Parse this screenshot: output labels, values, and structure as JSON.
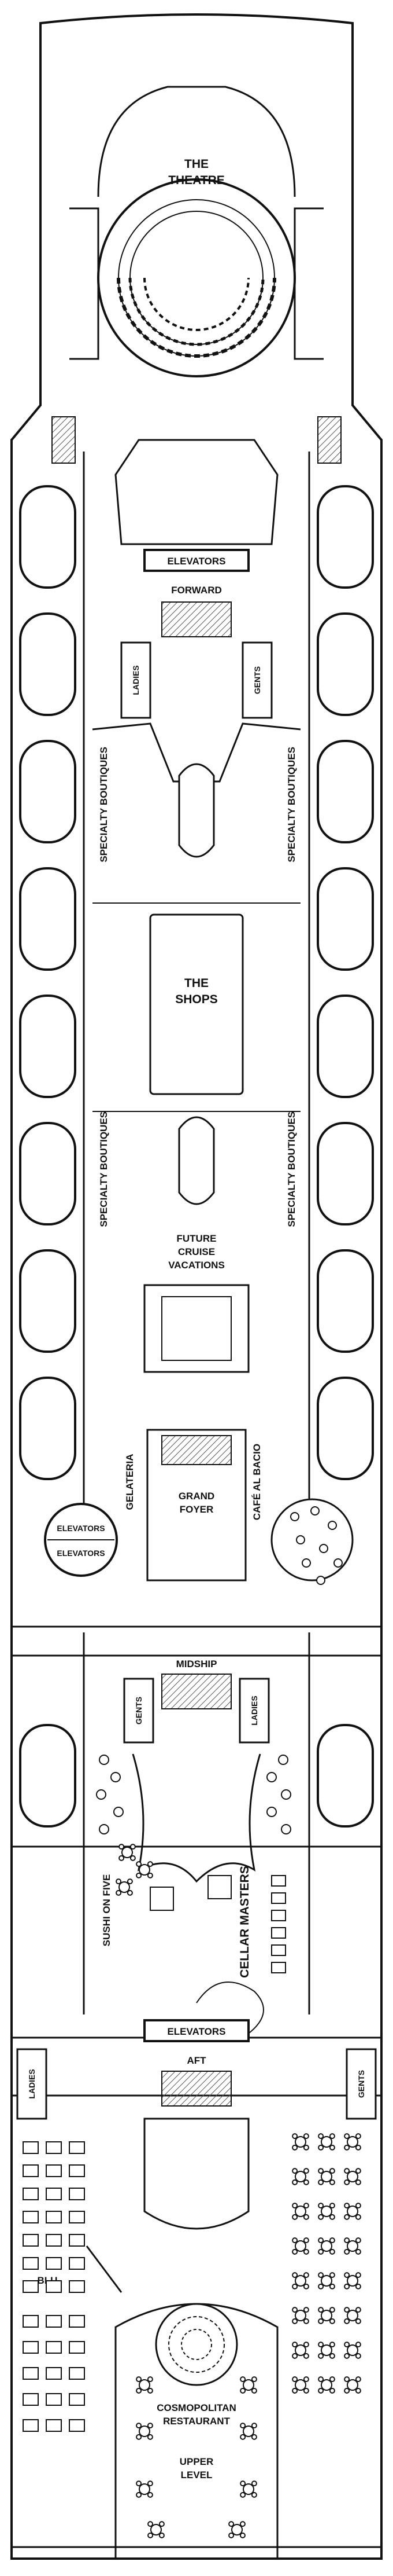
{
  "labels": {
    "theatre_1": "THE",
    "theatre_2": "THEATRE",
    "elevators_fwd": "ELEVATORS",
    "forward": "FORWARD",
    "ladies_fwd": "LADIES",
    "gents_fwd": "GENTS",
    "specialty_boutiques": "SPECIALTY BOUTIQUES",
    "shops_1": "THE",
    "shops_2": "SHOPS",
    "future_1": "FUTURE",
    "future_2": "CRUISE",
    "future_3": "VACATIONS",
    "gelateria": "GELATERIA",
    "cafe_al_bacio": "CAFÉ AL BACIO",
    "grand_foyer_1": "GRAND",
    "grand_foyer_2": "FOYER",
    "elevators_glass_1": "ELEVATORS",
    "elevators_glass_2": "ELEVATORS",
    "midship": "MIDSHIP",
    "gents_mid": "GENTS",
    "ladies_mid": "LADIES",
    "sushi_on_five": "SUSHI ON FIVE",
    "cellar_masters": "CELLAR MASTERS",
    "elevators_aft": "ELEVATORS",
    "aft": "AFT",
    "ladies_aft": "LADIES",
    "gents_aft": "GENTS",
    "blu": "BLU",
    "cosmopolitan_1": "COSMOPOLITAN",
    "cosmopolitan_2": "RESTAURANT",
    "upper_1": "UPPER",
    "upper_2": "LEVEL"
  },
  "colors": {
    "ink": "#111111",
    "paper": "#ffffff",
    "hatch": "#555555"
  }
}
